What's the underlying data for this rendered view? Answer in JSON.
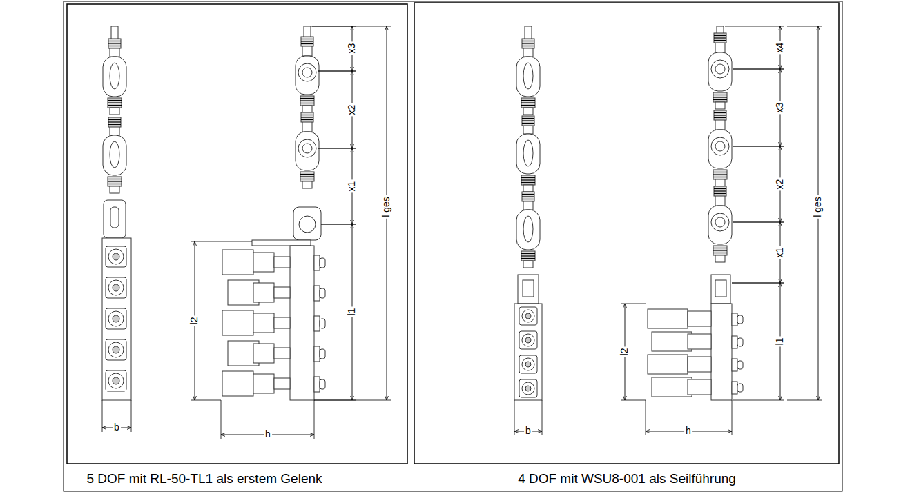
{
  "diagram": {
    "labels": [
      "x3",
      "x2",
      "x1",
      "l ges",
      "l2",
      "l1",
      "b",
      "h",
      "x4",
      "x3",
      "x2",
      "x1",
      "l ges",
      "l2",
      "l1",
      "b",
      "h",
      "5 DOF mit RL-50-TL1 als erstem Gelenk",
      "4 DOF mit WSU8-001 als Seilführung"
    ]
  }
}
